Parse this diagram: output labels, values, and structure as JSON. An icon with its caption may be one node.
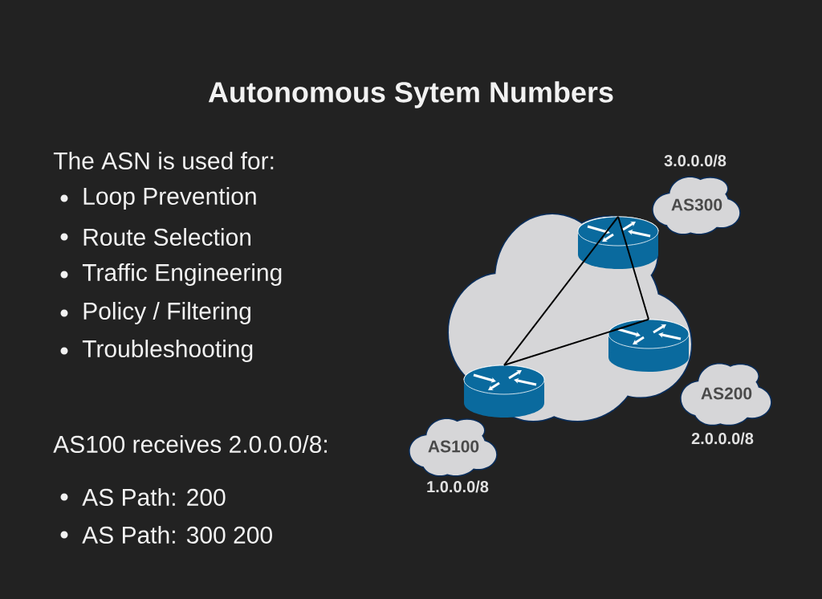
{
  "diagram": {
    "title": "Autonomous Sytem Numbers",
    "nodes": [
      {
        "text": [],
        "shape": "cloud"
      },
      {
        "text": [],
        "shape": "cylinder",
        "in": 0
      },
      {
        "text": [],
        "shape": "cylinder",
        "in": 0
      },
      {
        "text": [],
        "shape": "cylinder",
        "in": 0
      },
      {
        "text": [
          "AS300"
        ],
        "beside": [
          "3.0.0.0/8"
        ]
      },
      {
        "text": [
          "AS200"
        ],
        "beside": [
          "2.0.0.0/8"
        ]
      },
      {
        "text": [
          "AS100"
        ],
        "beside": [
          "1.0.0.0/8"
        ]
      }
    ],
    "edges": [
      {
        "from": 1,
        "to": 2,
        "arrow": "none"
      },
      {
        "from": 2,
        "to": 3,
        "arrow": "none"
      },
      {
        "from": 3,
        "to": 1,
        "arrow": "none"
      }
    ],
    "labels": [
      "The ASN is used for:",
      "Loop Prevention",
      "Route Selection",
      "Traffic Engineering",
      "Policy / Filtering",
      "Troubleshooting",
      "AS100 receives 2.0.0.0/8:",
      "AS Path: 200",
      "AS Path: 300 200"
    ]
  }
}
